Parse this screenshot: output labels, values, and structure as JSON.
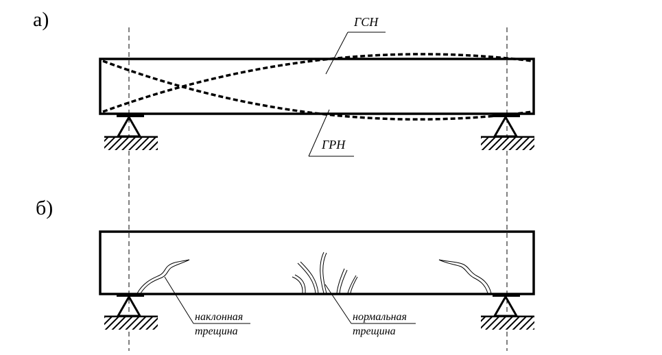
{
  "figure": {
    "part_a": {
      "label": "а)",
      "upper_line_label": "ГСН",
      "lower_line_label": "ГРН"
    },
    "part_b": {
      "label": "б)",
      "inclined_crack": {
        "line1": "наклонная",
        "line2": "трещина"
      },
      "normal_crack": {
        "line1": "нормальная",
        "line2": "трещина"
      }
    }
  },
  "colors": {
    "ink": "#000000",
    "background": "#ffffff"
  }
}
